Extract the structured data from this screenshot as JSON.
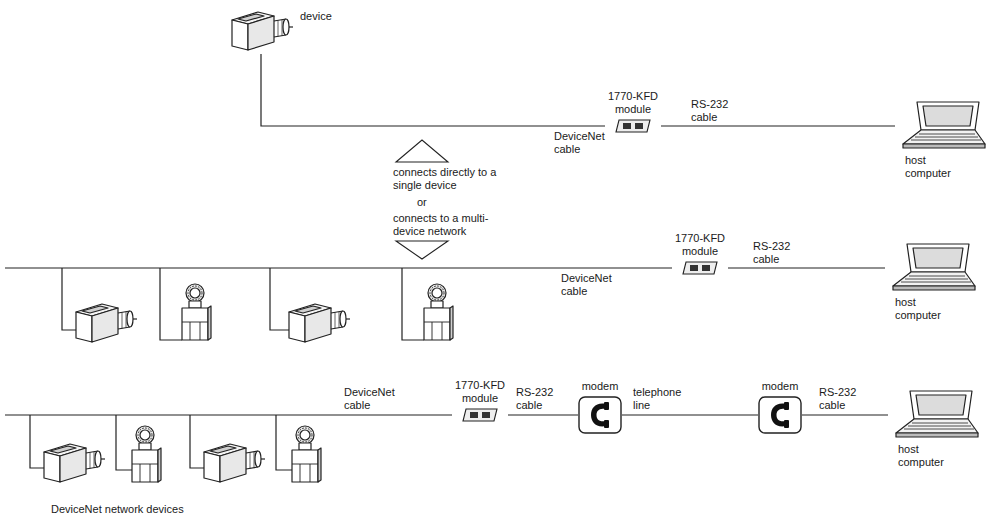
{
  "diagram": {
    "nodes": [
      {
        "text": [
          "device"
        ]
      },
      {
        "text": [
          "1770-KFD module"
        ]
      },
      {
        "text": [
          "host computer"
        ]
      },
      {
        "text": [
          "1770-KFD module"
        ]
      },
      {
        "text": [
          "host computer"
        ]
      },
      {
        "text": [
          "1770-KFD module"
        ]
      },
      {
        "text": [
          "modem"
        ]
      },
      {
        "text": [
          "modem"
        ]
      },
      {
        "text": [
          "host computer"
        ]
      }
    ],
    "edges": [
      {
        "from": 0,
        "to": 1,
        "label": "DeviceNet cable",
        "arrow": "none"
      },
      {
        "from": 1,
        "to": 2,
        "label": "RS-232 cable",
        "arrow": "none"
      },
      {
        "from": 3,
        "to": 4,
        "label": "RS-232 cable",
        "arrow": "none"
      },
      {
        "from": 5,
        "to": 6,
        "label": "RS-232 cable",
        "arrow": "none"
      },
      {
        "from": 6,
        "to": 7,
        "label": "telephone line",
        "arrow": "none"
      },
      {
        "from": 7,
        "to": 8,
        "label": "RS-232 cable",
        "arrow": "none"
      }
    ],
    "labels": [
      "connects directly to a single device",
      "or",
      "connects to a multi-device network",
      "DeviceNet cable",
      "DeviceNet cable",
      "DeviceNet network devices"
    ]
  }
}
